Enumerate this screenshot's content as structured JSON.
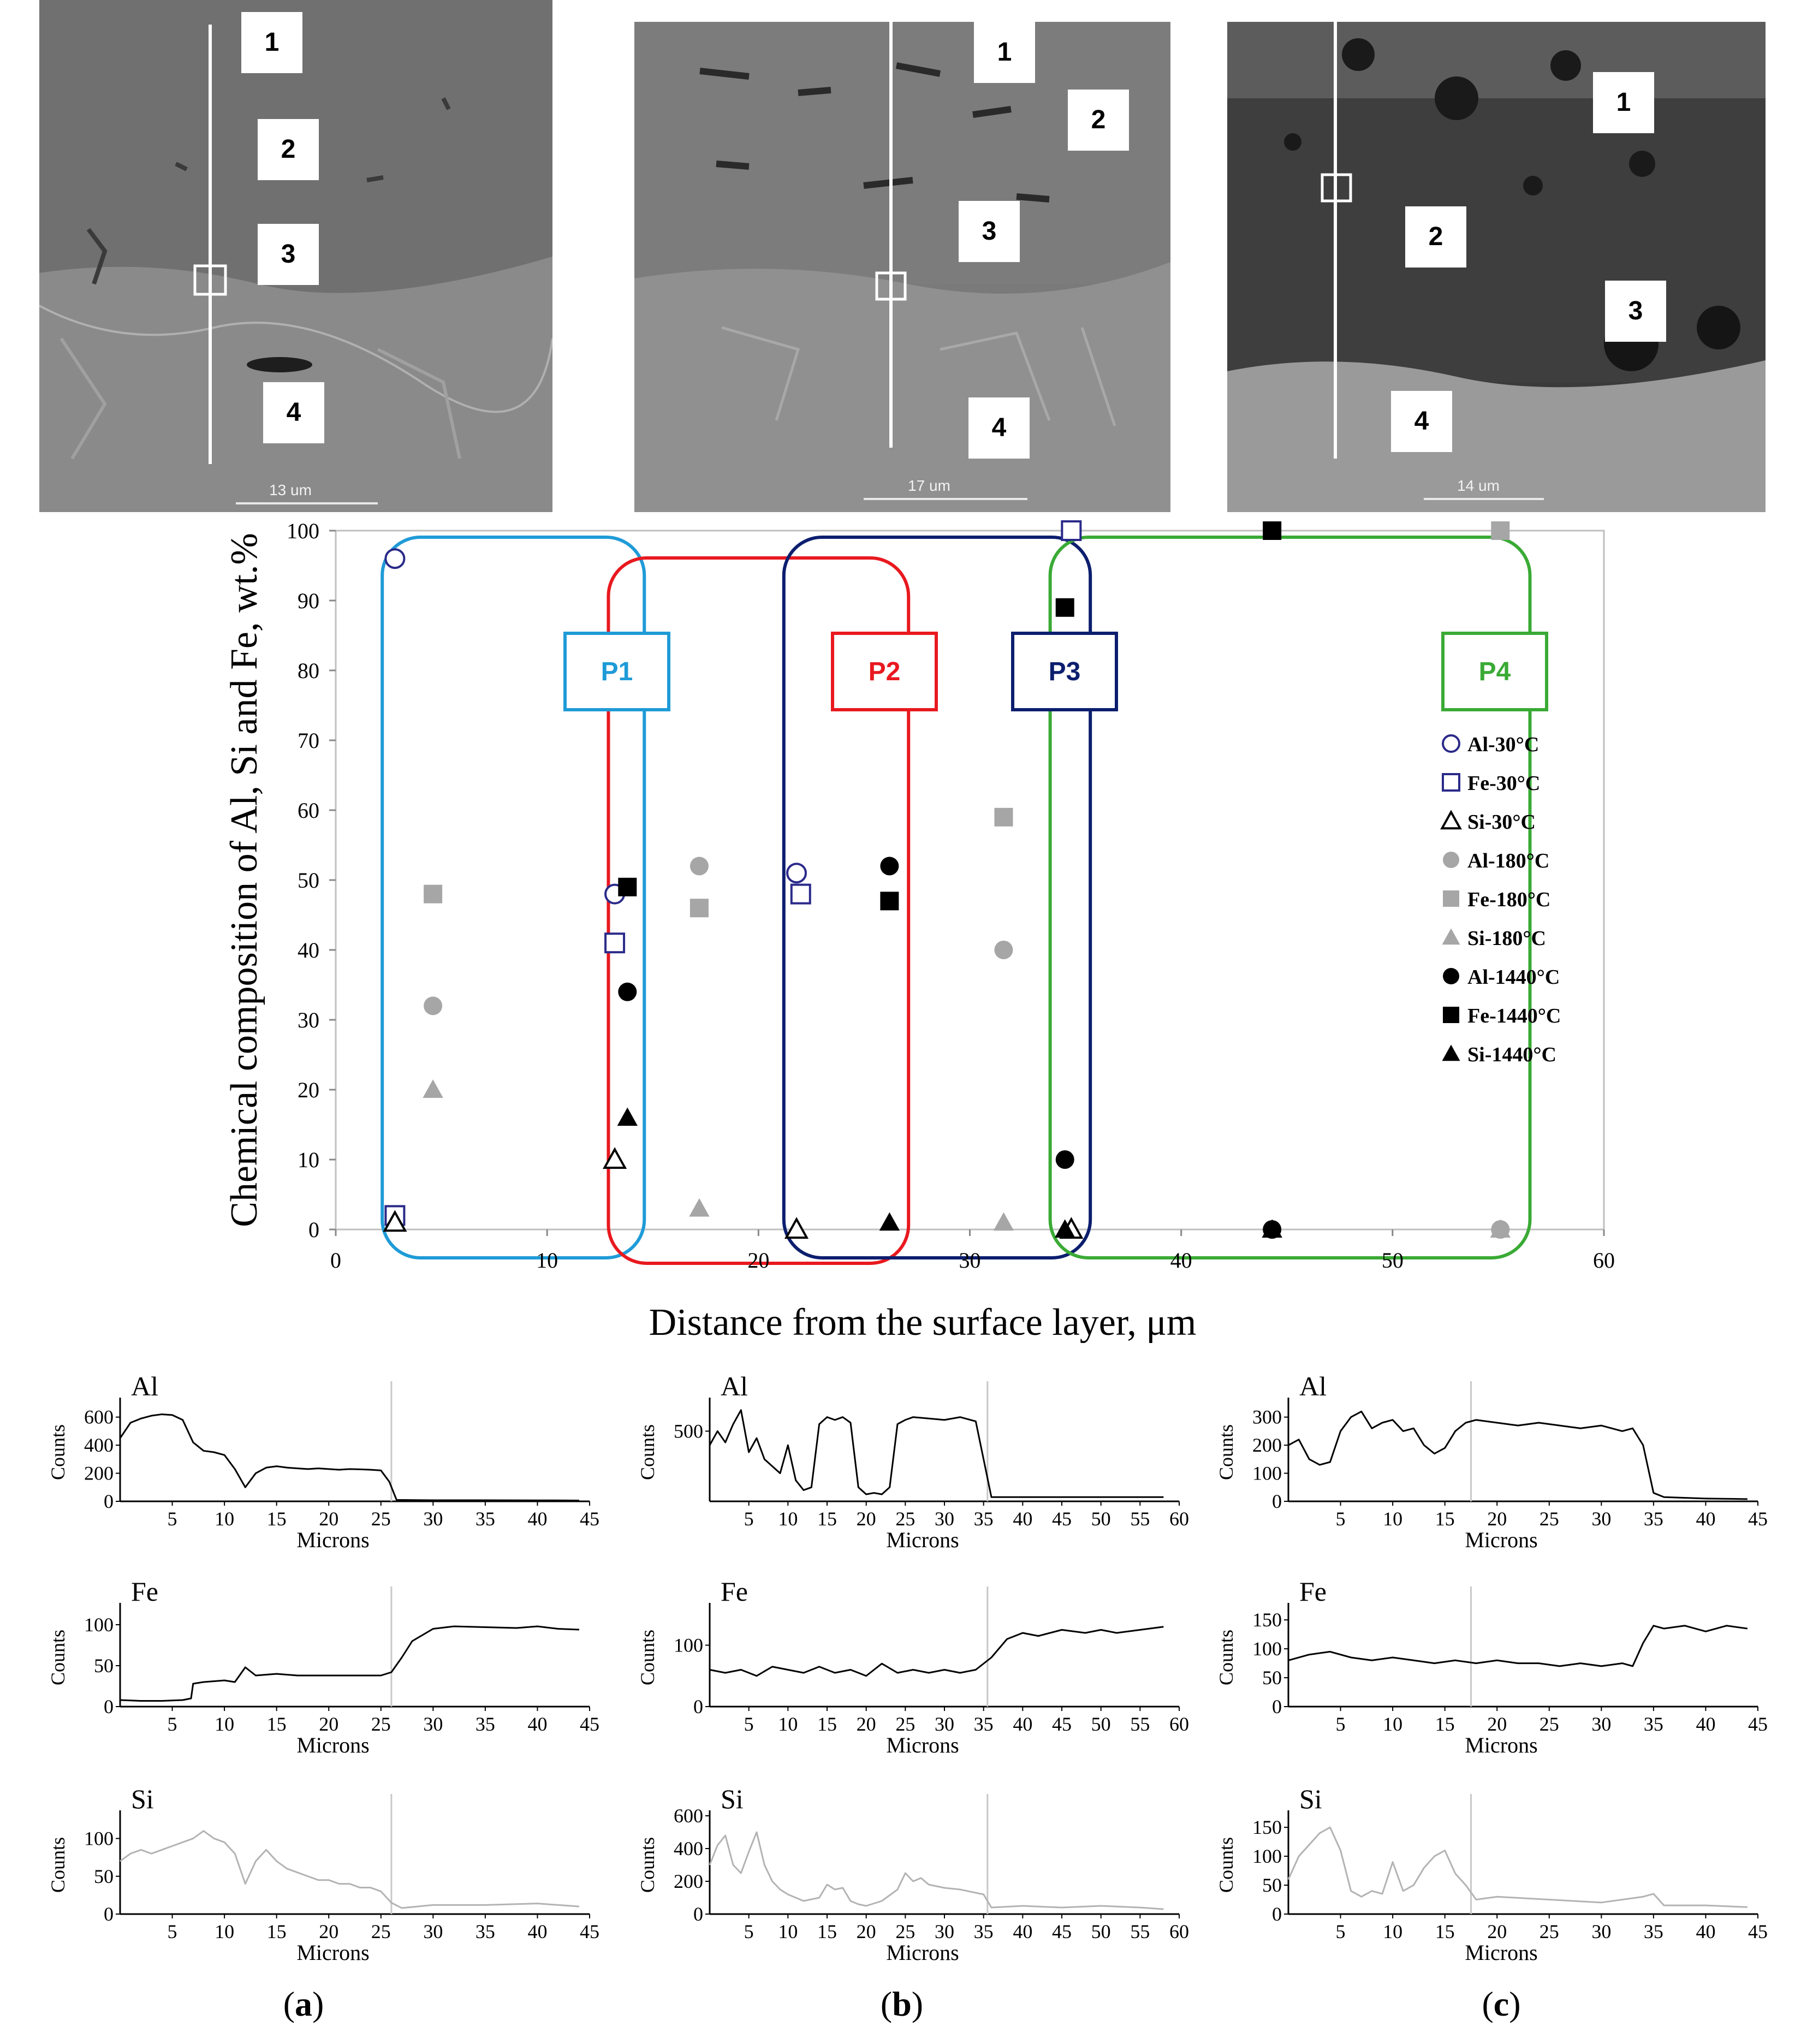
{
  "sem_panels": [
    {
      "labels": [
        "1",
        "2",
        "3",
        "4"
      ],
      "scale_text": "13 um"
    },
    {
      "labels": [
        "1",
        "2",
        "3",
        "4"
      ],
      "scale_text": "17 um"
    },
    {
      "labels": [
        "1",
        "2",
        "3",
        "4"
      ],
      "scale_text": "14 um"
    }
  ],
  "chart_data": [
    {
      "type": "scatter",
      "title": "",
      "xlabel": "Distance from the surface layer, μm",
      "ylabel": "Chemical composition of Al, Si and Fe, wt.%",
      "xlim": [
        0,
        60
      ],
      "ylim": [
        0,
        100
      ],
      "xticks": [
        "0",
        "10",
        "20",
        "30",
        "40",
        "50",
        "60"
      ],
      "yticks": [
        "0",
        "10",
        "20",
        "30",
        "40",
        "50",
        "60",
        "70",
        "80",
        "90",
        "100"
      ],
      "grid": false,
      "legend_position": "right",
      "regions": [
        {
          "label": "P1",
          "x_range": [
            2.2,
            14.6
          ],
          "color": "#1f9bd7"
        },
        {
          "label": "P2",
          "x_range": [
            12.9,
            27.1
          ],
          "color": "#e8191f"
        },
        {
          "label": "P3",
          "x_range": [
            21.2,
            35.7
          ],
          "color": "#0c1e6e"
        },
        {
          "label": "P4",
          "x_range": [
            33.8,
            56.5
          ],
          "color": "#3aaa35"
        }
      ],
      "series": [
        {
          "name": "Al-30°C",
          "marker": "circle-open",
          "color": "#2a2a8a",
          "x": [
            2.8,
            13.2,
            21.8,
            34.8
          ],
          "y": [
            96,
            48,
            51,
            100
          ]
        },
        {
          "name": "Fe-30°C",
          "marker": "square-open",
          "color": "#2a2a8a",
          "x": [
            2.8,
            13.2,
            22.0,
            34.8
          ],
          "y": [
            2,
            41,
            48,
            100
          ]
        },
        {
          "name": "Si-30°C",
          "marker": "triangle-open",
          "color": "#000000",
          "x": [
            2.8,
            13.2,
            21.8,
            34.8
          ],
          "y": [
            1,
            10,
            0,
            0
          ]
        },
        {
          "name": "Al-180°C",
          "marker": "circle",
          "color": "#a6a6a6",
          "x": [
            4.6,
            17.2,
            31.6,
            55.1
          ],
          "y": [
            32,
            52,
            40,
            0
          ]
        },
        {
          "name": "Fe-180°C",
          "marker": "square",
          "color": "#a6a6a6",
          "x": [
            4.6,
            17.2,
            31.6,
            55.1
          ],
          "y": [
            48,
            46,
            59,
            100
          ]
        },
        {
          "name": "Si-180°C",
          "marker": "triangle",
          "color": "#a6a6a6",
          "x": [
            4.6,
            17.2,
            31.6,
            55.1
          ],
          "y": [
            20,
            3,
            1,
            0
          ]
        },
        {
          "name": "Al-1440°C",
          "marker": "circle",
          "color": "#000000",
          "x": [
            13.8,
            26.2,
            34.5,
            44.3
          ],
          "y": [
            34,
            52,
            10,
            0
          ]
        },
        {
          "name": "Fe-1440°C",
          "marker": "square",
          "color": "#000000",
          "x": [
            13.8,
            26.2,
            34.5,
            44.3
          ],
          "y": [
            49,
            47,
            89,
            100
          ]
        },
        {
          "name": "Si-1440°C",
          "marker": "triangle",
          "color": "#000000",
          "x": [
            13.8,
            26.2,
            34.5,
            44.3
          ],
          "y": [
            16,
            1,
            0,
            0
          ]
        }
      ]
    },
    {
      "type": "line",
      "panel": "(a)",
      "element": "Al",
      "ylabel": "Counts",
      "xlabel": "Microns",
      "xlim": [
        0,
        45
      ],
      "ylim": [
        0,
        700
      ],
      "yticks": [
        "0",
        "200",
        "400",
        "600"
      ],
      "xticks": [
        "5",
        "10",
        "15",
        "20",
        "25",
        "30",
        "35",
        "40",
        "45"
      ],
      "line_color": "#000000",
      "marker_line_x": 26,
      "x": [
        0,
        1,
        2,
        3,
        4,
        5,
        6,
        7,
        8,
        9,
        10,
        11,
        12,
        13,
        14,
        15,
        16,
        17,
        18,
        19,
        20,
        21,
        22,
        23,
        24,
        25,
        25.8,
        26.5,
        30,
        35,
        40,
        44
      ],
      "y": [
        450,
        560,
        590,
        610,
        620,
        615,
        580,
        420,
        360,
        350,
        330,
        230,
        100,
        200,
        240,
        250,
        240,
        235,
        230,
        235,
        230,
        225,
        230,
        228,
        225,
        220,
        140,
        10,
        8,
        8,
        7,
        6
      ]
    },
    {
      "type": "line",
      "panel": "(a)",
      "element": "Fe",
      "ylabel": "Counts",
      "xlabel": "Microns",
      "xlim": [
        0,
        45
      ],
      "ylim": [
        0,
        120
      ],
      "yticks": [
        "0",
        "50",
        "100"
      ],
      "xticks": [
        "5",
        "10",
        "15",
        "20",
        "25",
        "30",
        "35",
        "40",
        "45"
      ],
      "line_color": "#000000",
      "marker_line_x": 26,
      "x": [
        0,
        2,
        4,
        6,
        6.8,
        7,
        8,
        10,
        11,
        12,
        13,
        15,
        17,
        20,
        23,
        25,
        26,
        27,
        28,
        30,
        32,
        35,
        38,
        40,
        42,
        44
      ],
      "y": [
        8,
        7,
        7,
        8,
        10,
        28,
        30,
        32,
        30,
        48,
        38,
        40,
        38,
        38,
        38,
        38,
        42,
        60,
        80,
        95,
        98,
        97,
        96,
        98,
        95,
        94
      ]
    },
    {
      "type": "line",
      "panel": "(a)",
      "element": "Si",
      "ylabel": "Counts",
      "xlabel": "Microns",
      "xlim": [
        0,
        45
      ],
      "ylim": [
        0,
        130
      ],
      "yticks": [
        "0",
        "50",
        "100"
      ],
      "xticks": [
        "5",
        "10",
        "15",
        "20",
        "25",
        "30",
        "35",
        "40",
        "45"
      ],
      "line_color": "#b3b3b3",
      "marker_line_x": 26,
      "x": [
        0,
        1,
        2,
        3,
        4,
        5,
        6,
        7,
        8,
        9,
        10,
        11,
        12,
        13,
        14,
        15,
        16,
        17,
        18,
        19,
        20,
        21,
        22,
        23,
        24,
        25,
        26,
        27,
        30,
        35,
        40,
        44
      ],
      "y": [
        70,
        80,
        85,
        80,
        85,
        90,
        95,
        100,
        110,
        100,
        95,
        80,
        40,
        70,
        85,
        70,
        60,
        55,
        50,
        45,
        45,
        40,
        40,
        35,
        35,
        30,
        15,
        8,
        12,
        12,
        14,
        10
      ]
    },
    {
      "type": "line",
      "panel": "(b)",
      "element": "Al",
      "ylabel": "Counts",
      "xlabel": "Microns",
      "xlim": [
        0,
        60
      ],
      "ylim": [
        0,
        700
      ],
      "yticks": [
        "500"
      ],
      "xticks": [
        "5",
        "10",
        "15",
        "20",
        "25",
        "30",
        "35",
        "40",
        "45",
        "50",
        "55",
        "60"
      ],
      "line_color": "#000000",
      "marker_line_x": 35.5,
      "x": [
        0,
        1,
        2,
        3,
        4,
        5,
        6,
        7,
        8,
        9,
        10,
        11,
        12,
        13,
        14,
        15,
        16,
        17,
        18,
        19,
        20,
        21,
        22,
        23,
        24,
        25,
        26,
        28,
        30,
        32,
        34,
        35,
        36,
        40,
        45,
        50,
        55,
        58
      ],
      "y": [
        400,
        500,
        420,
        550,
        650,
        350,
        450,
        300,
        250,
        200,
        400,
        150,
        80,
        100,
        550,
        600,
        580,
        600,
        560,
        100,
        50,
        60,
        50,
        100,
        550,
        580,
        600,
        590,
        580,
        600,
        570,
        300,
        30,
        30,
        30,
        30,
        30,
        30
      ]
    },
    {
      "type": "line",
      "panel": "(b)",
      "element": "Fe",
      "ylabel": "Counts",
      "xlabel": "Microns",
      "xlim": [
        0,
        60
      ],
      "ylim": [
        0,
        160
      ],
      "yticks": [
        "0",
        "100"
      ],
      "xticks": [
        "5",
        "10",
        "15",
        "20",
        "25",
        "30",
        "35",
        "40",
        "45",
        "50",
        "55",
        "60"
      ],
      "line_color": "#000000",
      "marker_line_x": 35.5,
      "x": [
        0,
        2,
        4,
        6,
        8,
        10,
        12,
        14,
        16,
        18,
        20,
        22,
        24,
        26,
        28,
        30,
        32,
        34,
        35,
        36,
        37,
        38,
        40,
        42,
        45,
        48,
        50,
        52,
        55,
        58
      ],
      "y": [
        60,
        55,
        60,
        50,
        65,
        60,
        55,
        65,
        55,
        60,
        50,
        70,
        55,
        60,
        55,
        60,
        55,
        60,
        70,
        80,
        95,
        110,
        120,
        115,
        125,
        120,
        125,
        120,
        125,
        130
      ]
    },
    {
      "type": "line",
      "panel": "(b)",
      "element": "Si",
      "ylabel": "Counts",
      "xlabel": "Microns",
      "xlim": [
        0,
        60
      ],
      "ylim": [
        0,
        600
      ],
      "yticks": [
        "0",
        "200",
        "400",
        "600"
      ],
      "xticks": [
        "5",
        "10",
        "15",
        "20",
        "25",
        "30",
        "35",
        "40",
        "45",
        "50",
        "55",
        "60"
      ],
      "line_color": "#b3b3b3",
      "marker_line_x": 35.5,
      "x": [
        0,
        1,
        2,
        3,
        4,
        5,
        6,
        7,
        8,
        9,
        10,
        12,
        14,
        15,
        16,
        17,
        18,
        19,
        20,
        22,
        24,
        25,
        26,
        27,
        28,
        30,
        32,
        34,
        35,
        36,
        40,
        45,
        50,
        55,
        58
      ],
      "y": [
        300,
        420,
        480,
        300,
        250,
        380,
        500,
        300,
        200,
        150,
        120,
        80,
        100,
        180,
        150,
        160,
        80,
        60,
        50,
        80,
        150,
        250,
        200,
        220,
        180,
        160,
        150,
        130,
        120,
        40,
        50,
        40,
        50,
        40,
        30
      ]
    },
    {
      "type": "line",
      "panel": "(c)",
      "element": "Al",
      "ylabel": "Counts",
      "xlabel": "Microns",
      "xlim": [
        0,
        45
      ],
      "ylim": [
        0,
        350
      ],
      "yticks": [
        "0",
        "100",
        "200",
        "300"
      ],
      "xticks": [
        "5",
        "10",
        "15",
        "20",
        "25",
        "30",
        "35",
        "40",
        "45"
      ],
      "line_color": "#000000",
      "marker_line_x": 17.5,
      "x": [
        0,
        1,
        2,
        3,
        4,
        5,
        6,
        7,
        8,
        9,
        10,
        11,
        12,
        13,
        14,
        15,
        16,
        17,
        18,
        20,
        22,
        24,
        26,
        28,
        30,
        32,
        33,
        34,
        35,
        36,
        40,
        44
      ],
      "y": [
        200,
        220,
        150,
        130,
        140,
        250,
        300,
        320,
        260,
        280,
        290,
        250,
        260,
        200,
        170,
        190,
        250,
        280,
        290,
        280,
        270,
        280,
        270,
        260,
        270,
        250,
        260,
        200,
        30,
        15,
        10,
        8
      ]
    },
    {
      "type": "line",
      "panel": "(c)",
      "element": "Fe",
      "ylabel": "Counts",
      "xlabel": "Microns",
      "xlim": [
        0,
        45
      ],
      "ylim": [
        0,
        170
      ],
      "yticks": [
        "0",
        "50",
        "100",
        "150"
      ],
      "xticks": [
        "5",
        "10",
        "15",
        "20",
        "25",
        "30",
        "35",
        "40",
        "45"
      ],
      "line_color": "#000000",
      "marker_line_x": 17.5,
      "x": [
        0,
        2,
        4,
        6,
        8,
        10,
        12,
        14,
        16,
        18,
        20,
        22,
        24,
        26,
        28,
        30,
        32,
        33,
        34,
        35,
        36,
        38,
        40,
        42,
        44
      ],
      "y": [
        80,
        90,
        95,
        85,
        80,
        85,
        80,
        75,
        80,
        75,
        80,
        75,
        75,
        70,
        75,
        70,
        75,
        70,
        110,
        140,
        135,
        140,
        130,
        140,
        135
      ]
    },
    {
      "type": "line",
      "panel": "(c)",
      "element": "Si",
      "ylabel": "Counts",
      "xlabel": "Microns",
      "xlim": [
        0,
        45
      ],
      "ylim": [
        0,
        170
      ],
      "yticks": [
        "0",
        "50",
        "100",
        "150"
      ],
      "xticks": [
        "5",
        "10",
        "15",
        "20",
        "25",
        "30",
        "35",
        "40",
        "45"
      ],
      "line_color": "#b3b3b3",
      "marker_line_x": 17.5,
      "x": [
        0,
        1,
        2,
        3,
        4,
        5,
        6,
        7,
        8,
        9,
        10,
        11,
        12,
        13,
        14,
        15,
        16,
        17,
        18,
        20,
        25,
        30,
        34,
        35,
        36,
        40,
        44
      ],
      "y": [
        60,
        100,
        120,
        140,
        150,
        110,
        40,
        30,
        40,
        35,
        90,
        40,
        50,
        80,
        100,
        110,
        70,
        50,
        25,
        30,
        25,
        20,
        30,
        35,
        15,
        15,
        12
      ]
    }
  ],
  "captions": [
    {
      "open": "(",
      "letter": "a",
      "close": ")"
    },
    {
      "open": "(",
      "letter": "b",
      "close": ")"
    },
    {
      "open": "(",
      "letter": "c",
      "close": ")"
    }
  ]
}
